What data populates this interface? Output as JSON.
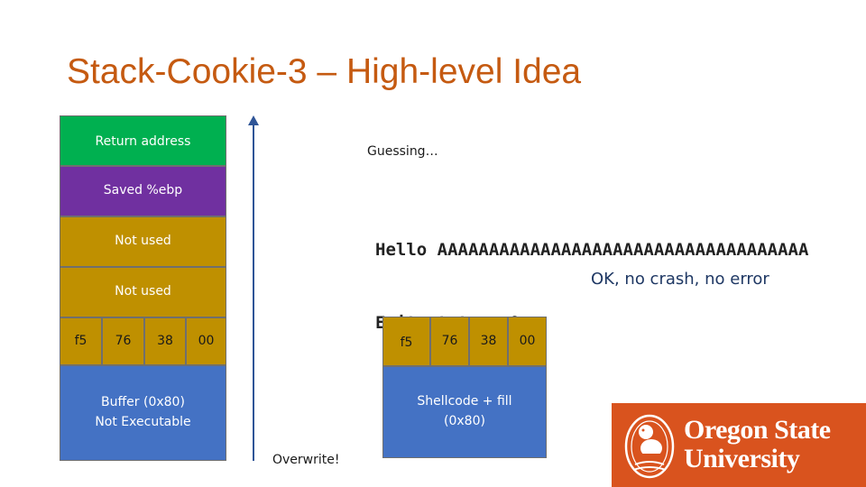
{
  "title": "Stack-Cookie-3 – High-level Idea",
  "stack": {
    "return_address": "Return address",
    "saved_ebp": "Saved %ebp",
    "not_used_1": "Not used",
    "not_used_2": "Not used",
    "cookie_bytes": [
      "f5",
      "76",
      "38",
      "00"
    ],
    "buffer_line1": "Buffer (0x80)",
    "buffer_line2": "Not Executable"
  },
  "guessing": "Guessing…",
  "terminal": {
    "line1": "Hello AAAAAAAAAAAAAAAAAAAAAAAAAAAAAAAAAAAA",
    "line2": "Exit status: 0"
  },
  "ok_message": "OK, no crash, no error",
  "overwrite_label": "Overwrite!",
  "payload": {
    "cookie_bytes": [
      "f5",
      "76",
      "38",
      "00"
    ],
    "shellcode_line1": "Shellcode + fill",
    "shellcode_line2": "(0x80)"
  },
  "logo": {
    "line1": "Oregon State",
    "line2": "University"
  },
  "colors": {
    "title": "#c55a11",
    "green": "#00b050",
    "purple": "#7030a0",
    "gold": "#bf9000",
    "blue": "#4472c4",
    "arrow": "#2f5597",
    "osu_orange": "#d9531e"
  }
}
